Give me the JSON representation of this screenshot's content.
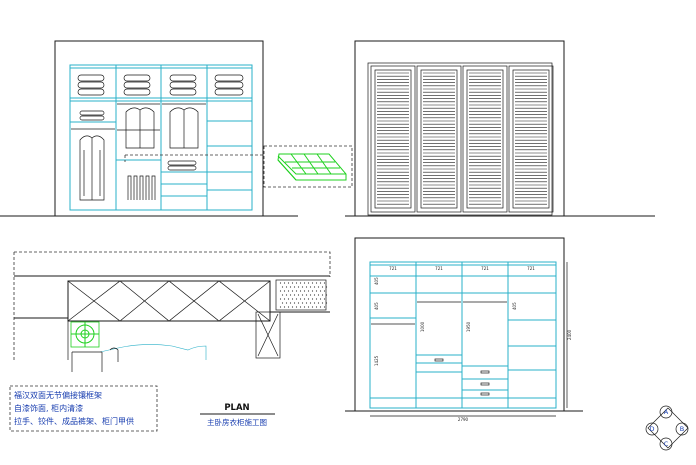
{
  "notes": {
    "line1": "福汉双面无节偏接镶框架",
    "line2": "自漆饰面, 柜内清漆",
    "line3": "拉手、铰件、成品裤架、柜门甲供"
  },
  "plan_title": "PLAN",
  "plan_subtitle": "主卧房衣柜施工图",
  "compass": {
    "a": "A",
    "b": "B",
    "c": "C",
    "d": "D"
  },
  "dims": {
    "top": [
      "721",
      "721",
      "721",
      "721"
    ],
    "left": [
      "405",
      "405",
      "1425",
      "405"
    ],
    "mid1": "1000",
    "mid2": "1950",
    "bottom": "2790",
    "right": "2400"
  },
  "colors": {
    "line": "#1a1a1a",
    "cabinet": "#2ab0c8",
    "drawer": "#1fd11f",
    "text": "#1a3fb0"
  }
}
